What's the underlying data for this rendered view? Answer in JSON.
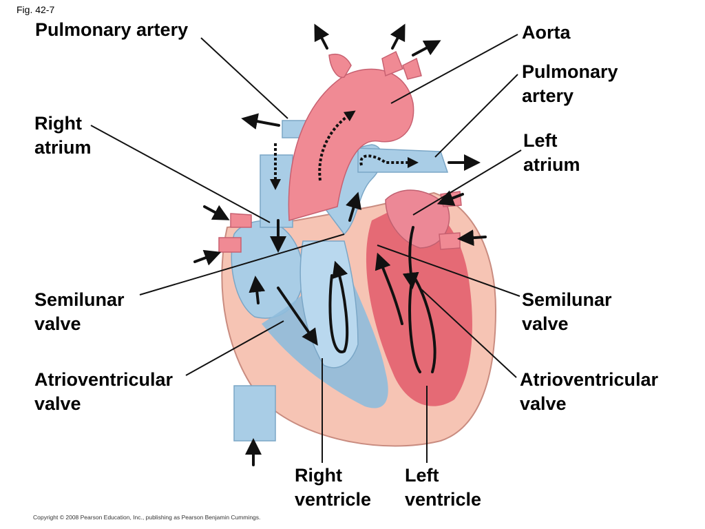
{
  "figure_label": "Fig. 42-7",
  "labels": {
    "pulmonary_artery_left": "Pulmonary artery",
    "aorta": "Aorta",
    "pulmonary_artery_right": [
      "Pulmonary",
      "artery"
    ],
    "right_atrium": [
      "Right",
      "atrium"
    ],
    "left_atrium": [
      "Left",
      "atrium"
    ],
    "semilunar_valve_left": [
      "Semilunar",
      "valve"
    ],
    "semilunar_valve_right": [
      "Semilunar",
      "valve"
    ],
    "av_valve_left": [
      "Atrioventricular",
      "valve"
    ],
    "av_valve_right": [
      "Atrioventricular",
      "valve"
    ],
    "right_ventricle": [
      "Right",
      "ventricle"
    ],
    "left_ventricle": [
      "Left",
      "ventricle"
    ]
  },
  "copyright": "Copyright © 2008 Pearson Education, Inc., publishing as Pearson Benjamin Cummings.",
  "colors": {
    "oxygen_poor": "#a9cde6",
    "oxygen_rich": "#f08a94",
    "myocardium": "#f6c4b4",
    "arrow": "#111111"
  }
}
